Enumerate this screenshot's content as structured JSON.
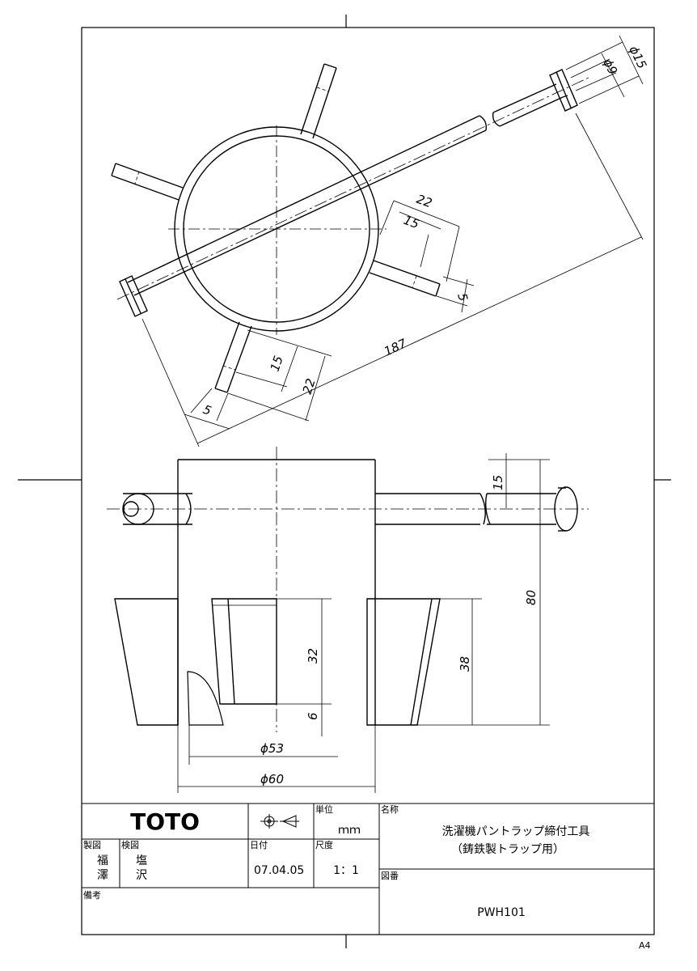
{
  "drawing": {
    "dimensions": {
      "phi15": "ϕ15",
      "phi9": "ϕ9",
      "d22_top": "22",
      "d15_top": "15",
      "d5_right": "5",
      "d187": "187",
      "d15_bot": "15",
      "d22_bot": "22",
      "d5_left": "5",
      "d15_side": "15",
      "d80": "80",
      "d32": "32",
      "d6": "6",
      "d38": "38",
      "phi53": "ϕ53",
      "phi60": "ϕ60"
    }
  },
  "title_block": {
    "company": "TOTO",
    "unit_label": "単位",
    "unit_value": "ｍｍ",
    "name_label": "名称",
    "name_line1": "洗濯機パントラップ締付工具",
    "name_line2": "（鋳鉄製トラップ用）",
    "drawn_label": "製図",
    "drawn_by_1": "福",
    "drawn_by_2": "澤",
    "checked_label": "検図",
    "checked_by_1": "塩",
    "checked_by_2": "沢",
    "date_label": "日付",
    "date_value": "07.04.05",
    "scale_label": "尺度",
    "scale_value": "1：1",
    "number_label": "図番",
    "number_value": "PWH101",
    "remarks_label": "備考",
    "sheet_size": "A4"
  }
}
